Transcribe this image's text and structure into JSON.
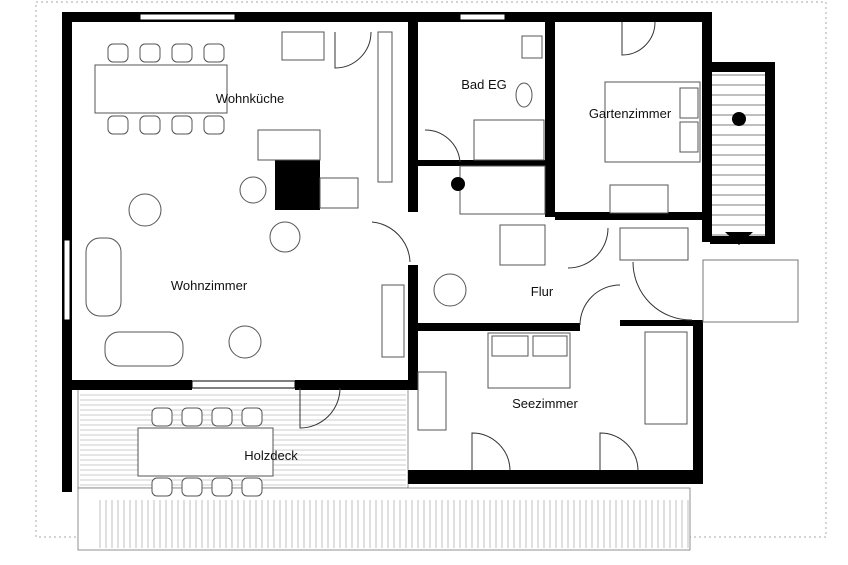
{
  "plan": {
    "rooms": {
      "wohnkueche": "Wohnküche",
      "bad": "Bad EG",
      "gartenzimmer": "Gartenzimmer",
      "wohnzimmer": "Wohnzimmer",
      "flur": "Flur",
      "seezimmer": "Seezimmer",
      "holzdeck": "Holzdeck"
    },
    "colors": {
      "walls": "#000000",
      "lines": "#333333",
      "deck": "#999999"
    }
  }
}
